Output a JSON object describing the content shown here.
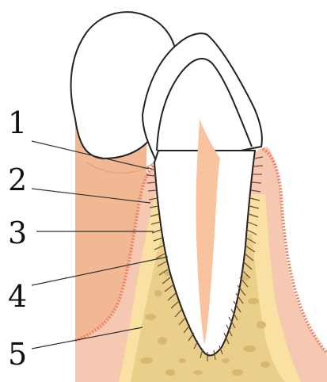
{
  "labels": [
    {
      "number": "1"
    },
    {
      "number": "2"
    },
    {
      "number": "3"
    },
    {
      "number": "4"
    },
    {
      "number": "5"
    }
  ],
  "colors": {
    "background": "#ffffff",
    "gingiva": "#f6c8b2",
    "gingiva_edge": "#ee8266",
    "alveolar_bone": "#f8e1a2",
    "cancellous_bone": "#e9cf8a",
    "trabeculae": "#d9b772",
    "neighbor_tooth_root": "#f1b893",
    "pulp": "#f9c39f",
    "enamel": "#ffffff",
    "outline": "#222222",
    "ligament_fibers": "#6e4a3a"
  }
}
